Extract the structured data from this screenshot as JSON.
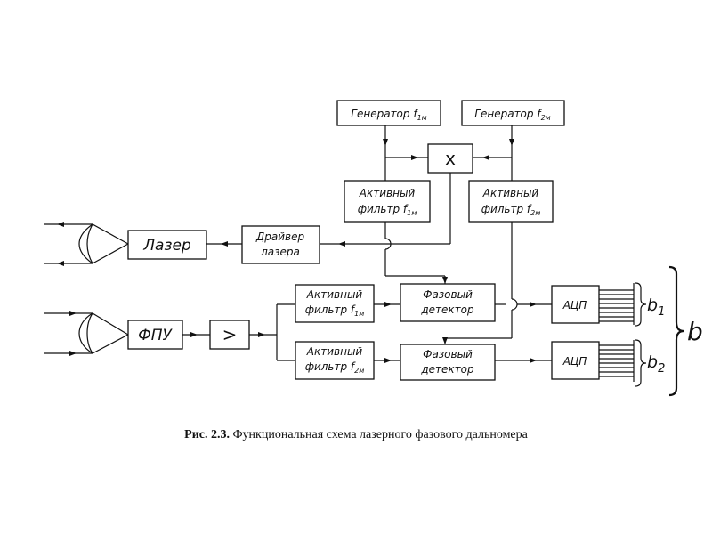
{
  "blocks": {
    "gen1": {
      "text": "Генератор f",
      "sub": "1м"
    },
    "gen2": {
      "text": "Генератор f",
      "sub": "2м"
    },
    "mixer": {
      "text": "x"
    },
    "af1_top": {
      "line1": "Активный",
      "line2": "фильтр f",
      "sub": "1м"
    },
    "af2_top": {
      "line1": "Активный",
      "line2": "фильтр f",
      "sub": "2м"
    },
    "driver": {
      "line1": "Драйвер",
      "line2": "лазера"
    },
    "laser": {
      "text": "Лазер"
    },
    "fpu": {
      "text": "ФПУ"
    },
    "amp": {
      "text": ">"
    },
    "af1_bot": {
      "line1": "Активный",
      "line2": "фильтр f",
      "sub": "1м"
    },
    "af2_bot": {
      "line1": "Активный",
      "line2": "фильтр f",
      "sub": "2м"
    },
    "pd1": {
      "line1": "Фазовый",
      "line2": "детектор"
    },
    "pd2": {
      "line1": "Фазовый",
      "line2": "детектор"
    },
    "adc1": {
      "text": "АЦП"
    },
    "adc2": {
      "text": "АЦП"
    }
  },
  "outputs": {
    "b1": {
      "main": "b",
      "sub": "1"
    },
    "b2": {
      "main": "b",
      "sub": "2"
    },
    "b": "b"
  },
  "caption": {
    "label": "Рис. 2.3.",
    "text": "Функциональная схема лазерного фазового дальномера"
  }
}
